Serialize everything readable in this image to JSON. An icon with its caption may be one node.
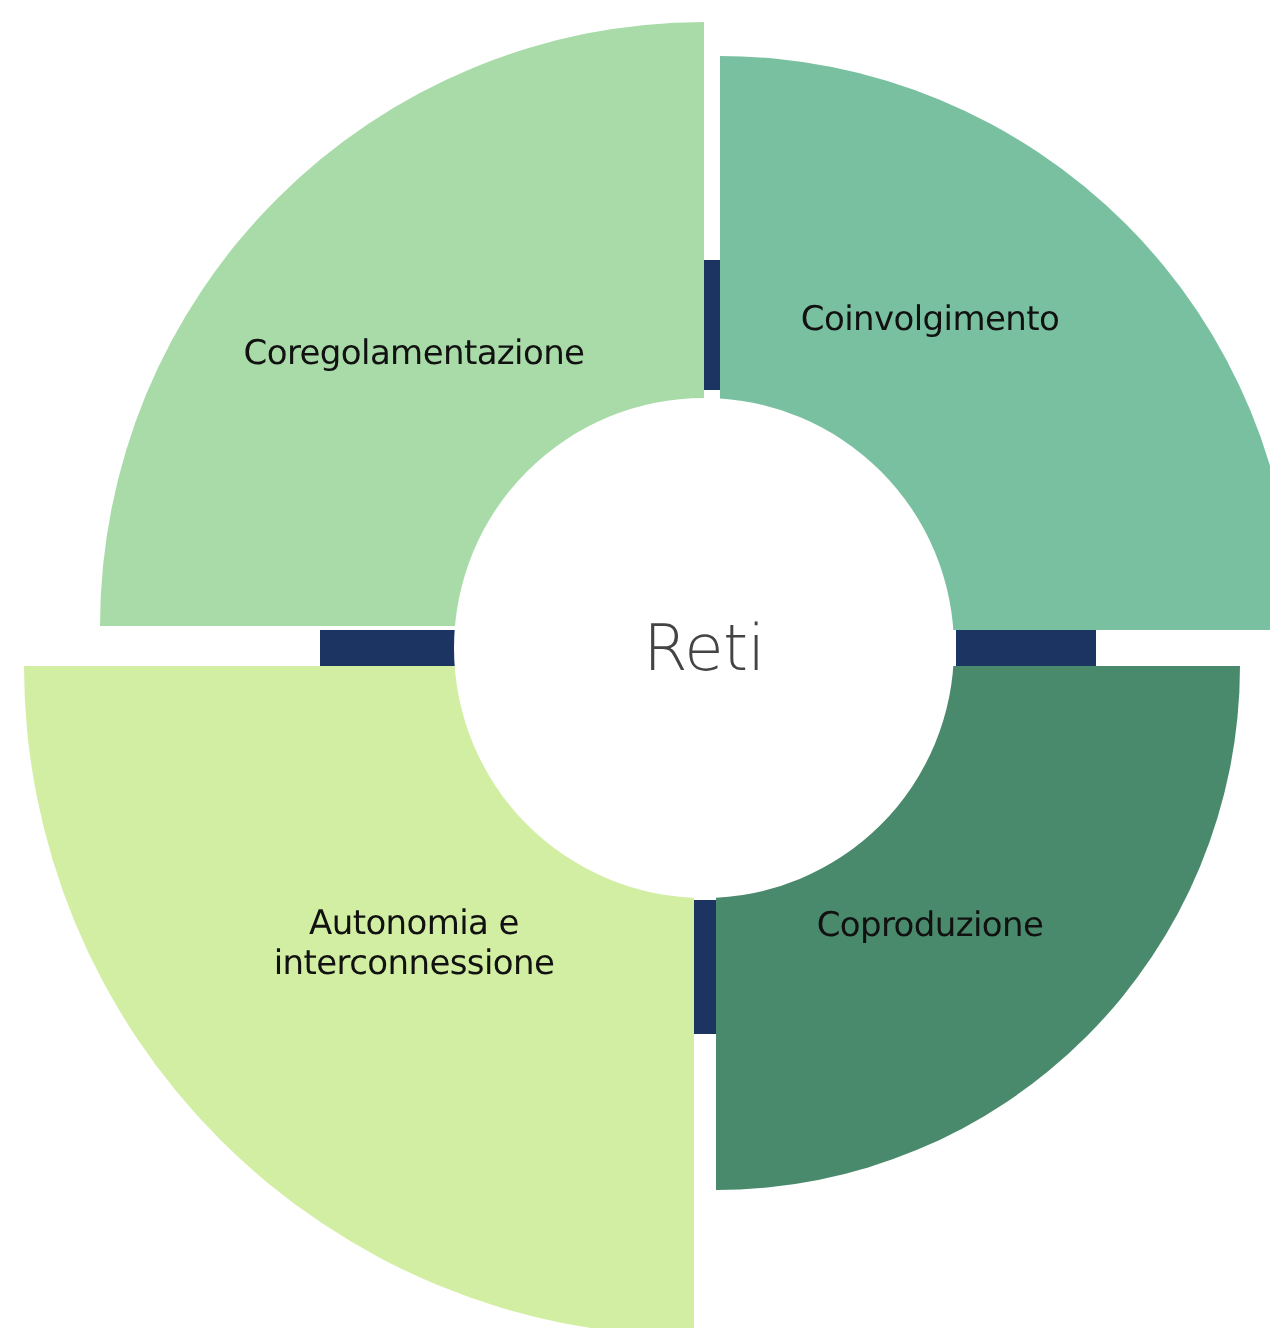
{
  "diagram": {
    "nodes": [
      {
        "text": [
          "Coregolamentazione"
        ]
      },
      {
        "text": [
          "Coinvolgimento"
        ]
      },
      {
        "text": [
          "Autonomia e interconnessione"
        ]
      },
      {
        "text": [
          "Coproduzione"
        ]
      },
      {
        "text": [
          "Reti"
        ]
      }
    ]
  }
}
